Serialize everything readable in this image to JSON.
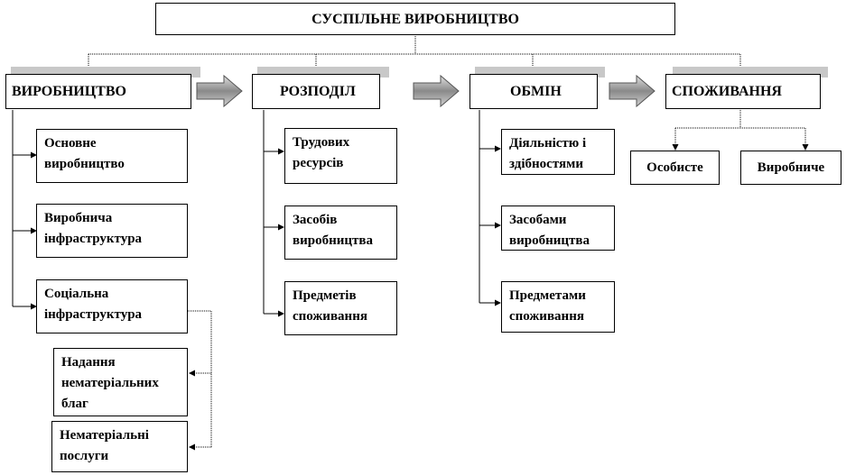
{
  "title": "СУСПІЛЬНЕ ВИРОБНИЦТВО",
  "stages": [
    {
      "label": "ВИРОБНИЦТВО",
      "children": [
        "Основне виробництво",
        "Виробнича інфраструктура",
        "Соціальна інфраструктура"
      ],
      "sub_children": [
        "Надання нематеріальних благ",
        "Нематеріальні послуги"
      ]
    },
    {
      "label": "РОЗПОДІЛ",
      "children": [
        "Трудових ресурсів",
        "Засобів виробництва",
        "Предметів споживання"
      ]
    },
    {
      "label": "ОБМІН",
      "children": [
        "Діяльністю і здібностями",
        "Засобами виробництва",
        "Предметами споживання"
      ]
    },
    {
      "label": "СПОЖИВАННЯ",
      "children": [
        "Особисте",
        "Виробниче"
      ]
    }
  ],
  "colors": {
    "line": "#000000",
    "shadow": "#c8c8c8",
    "arrow_fill": "#9a9a9a"
  }
}
